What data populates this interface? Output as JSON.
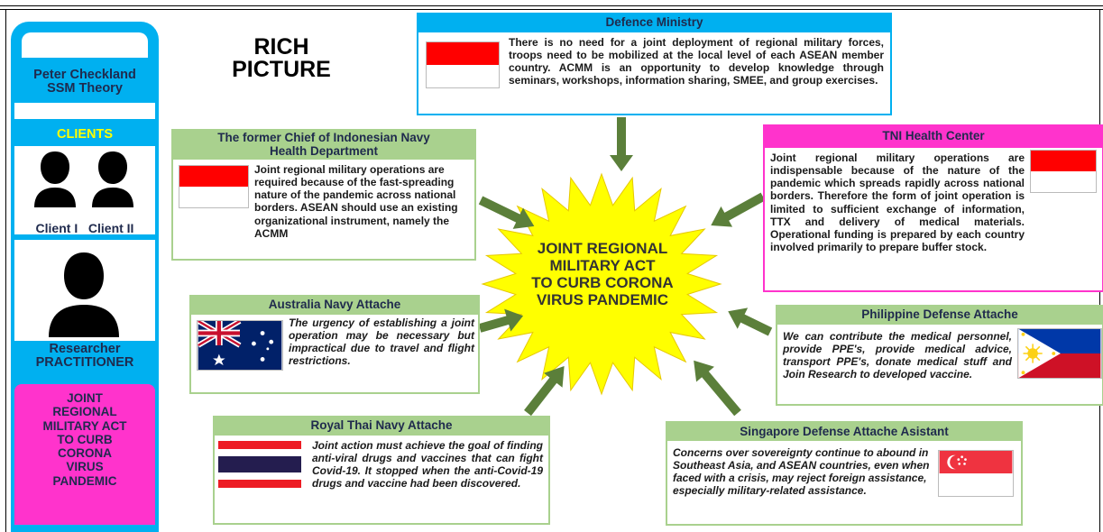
{
  "colors": {
    "left_panel": "#00b0f0",
    "pink": "#ff33cc",
    "sun": "#ffff00",
    "arrow": "#5b7f3a",
    "green_header": "#a9d18e",
    "defence_header": "#00b0f0"
  },
  "sidebar": {
    "method_line1": "Peter Checkland",
    "method_line2": "SSM Theory",
    "clients_label": "CLIENTS",
    "client1_label": "Client I",
    "client2_label": "Client II",
    "researcher_line1": "Researcher",
    "researcher_line2": "PRACTITIONER",
    "topic_lines": [
      "JOINT",
      "REGIONAL",
      "MILITARY ACT",
      "TO CURB",
      "CORONA",
      "VIRUS",
      "PANDEMIC"
    ]
  },
  "title": {
    "line1": "RICH",
    "line2": "PICTURE"
  },
  "center": {
    "lines": [
      "JOINT REGIONAL",
      "MILITARY ACT",
      "TO CURB CORONA",
      "VIRUS PANDEMIC"
    ]
  },
  "boxes": {
    "defence": {
      "header": "Defence Ministry",
      "text": "There is no need for a joint deployment of regional military forces, troops need to be mobilized at the local level of each ASEAN member country. ACMM is an opportunity to develop knowledge through seminars, workshops, information sharing, SMEE, and group exercises.",
      "flag": "indonesia-flag"
    },
    "former_chief": {
      "header_line1": "The former Chief of Indonesian Navy",
      "header_line2": "Health Department",
      "text": "Joint regional military operations are required because of the fast-spreading nature of the pandemic across national borders. ASEAN should use an existing organizational instrument, namely the ACMM",
      "flag": "indonesia-flag"
    },
    "tni": {
      "header": "TNI Health Center",
      "text": "Joint regional military operations are indispensable because of the nature of the pandemic which spreads rapidly across national borders. Therefore the form of joint operation is limited to sufficient exchange of information, TTX and delivery of medical materials. Operational funding is prepared by each country involved primarily to prepare buffer stock.",
      "flag": "indonesia-flag"
    },
    "australia": {
      "header": "Australia Navy Attache",
      "text": "The urgency of establishing a joint operation may be necessary but impractical due to travel and flight restrictions.",
      "flag": "australia-flag"
    },
    "philippine": {
      "header": "Philippine Defense Attache",
      "text": "We can contribute the medical personnel, provide PPE's, provide medical advice, transport PPE's, donate medical stuff and Join Research to developed vaccine.",
      "flag": "philippines-flag"
    },
    "thai": {
      "header": "Royal Thai Navy Attache",
      "text": "Joint action must achieve the goal of finding anti-viral drugs and vaccines that can fight Covid-19. It stopped when the anti-Covid-19 drugs and vaccine had been discovered.",
      "flag": "thailand-flag"
    },
    "singapore": {
      "header": "Singapore Defense Attache Asistant",
      "text": "Concerns over sovereignty continue to abound in Southeast Asia, and ASEAN countries, even when faced with a crisis, may reject foreign assistance, especially military-related assistance.",
      "flag": "singapore-flag"
    }
  }
}
